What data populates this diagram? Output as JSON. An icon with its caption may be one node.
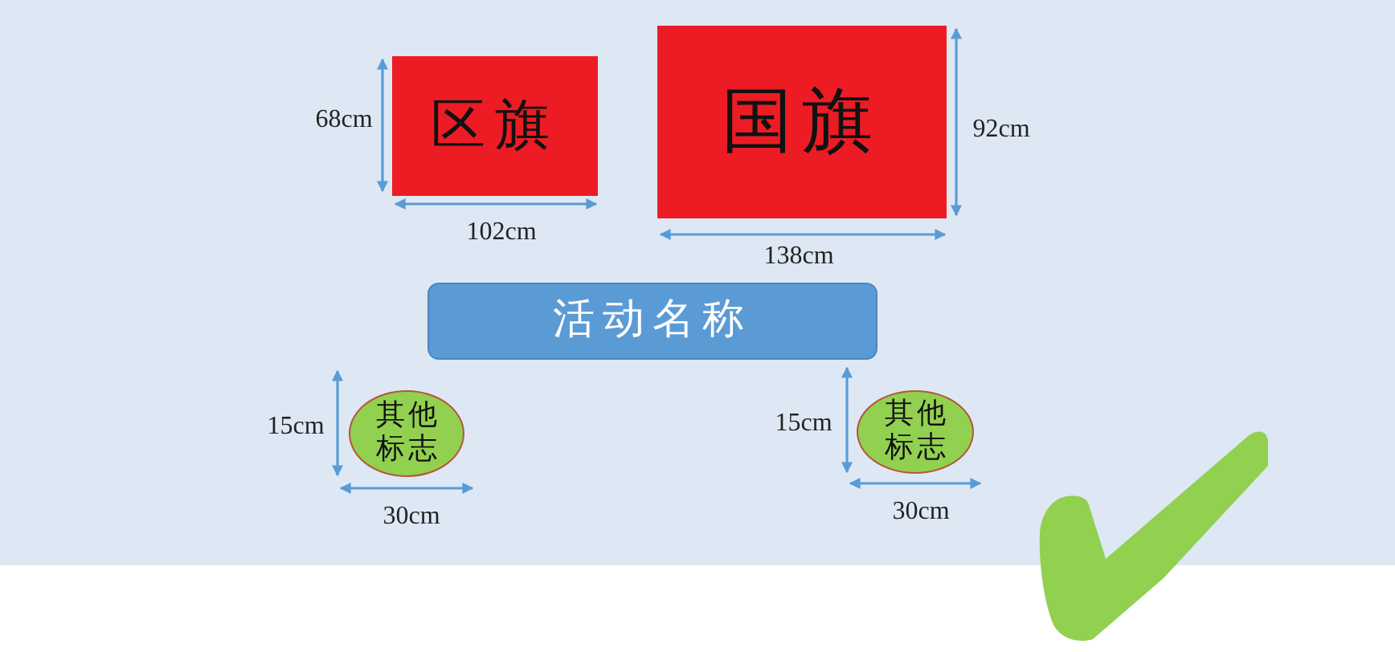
{
  "diagram": {
    "nodes": [
      {
        "text": [
          "区旗"
        ]
      },
      {
        "text": [
          "国旗"
        ]
      },
      {
        "text": [
          "活动名称"
        ]
      },
      {
        "text": [
          "其他标志"
        ]
      },
      {
        "text": [
          "其他标志"
        ]
      }
    ],
    "labels": [
      "68cm",
      "102cm",
      "92cm",
      "138cm",
      "15cm",
      "30cm",
      "15cm",
      "30cm"
    ]
  }
}
